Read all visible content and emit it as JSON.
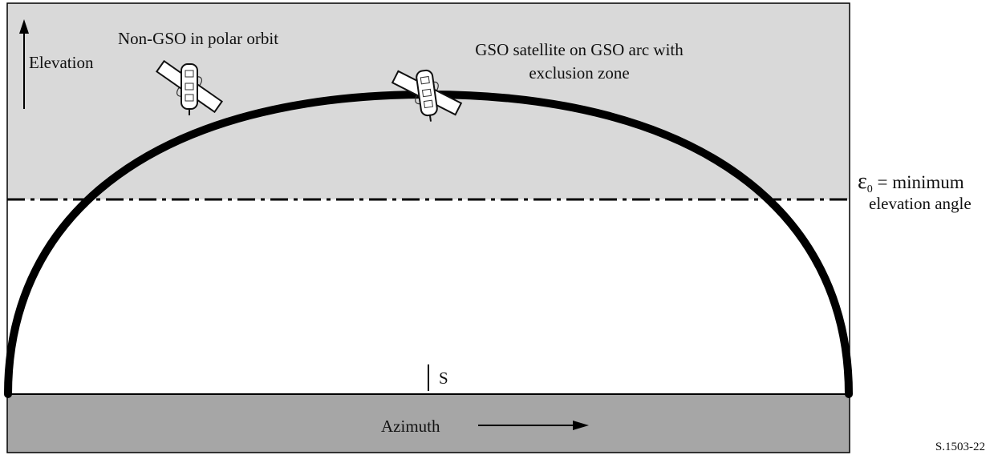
{
  "labels": {
    "elevation": "Elevation",
    "azimuth": "Azimuth",
    "non_gso": "Non-GSO in polar  orbit",
    "gso_line1": "GSO satellite on GSO arc with",
    "gso_line2": "exclusion zone",
    "epsilon_symbol": "ε",
    "epsilon_subscript": "0",
    "epsilon_rest": " = minimum",
    "elevation_angle": "elevation angle",
    "south": "S",
    "figure_ref": "S.1503-22"
  },
  "colors": {
    "sky": "#d9d9d9",
    "ground": "#a6a6a6",
    "below_min": "#ffffff",
    "ink": "#000000"
  },
  "icons": {
    "satellite": "satellite-icon",
    "arrow_up": "arrow-up-icon",
    "arrow_right": "arrow-right-icon"
  }
}
